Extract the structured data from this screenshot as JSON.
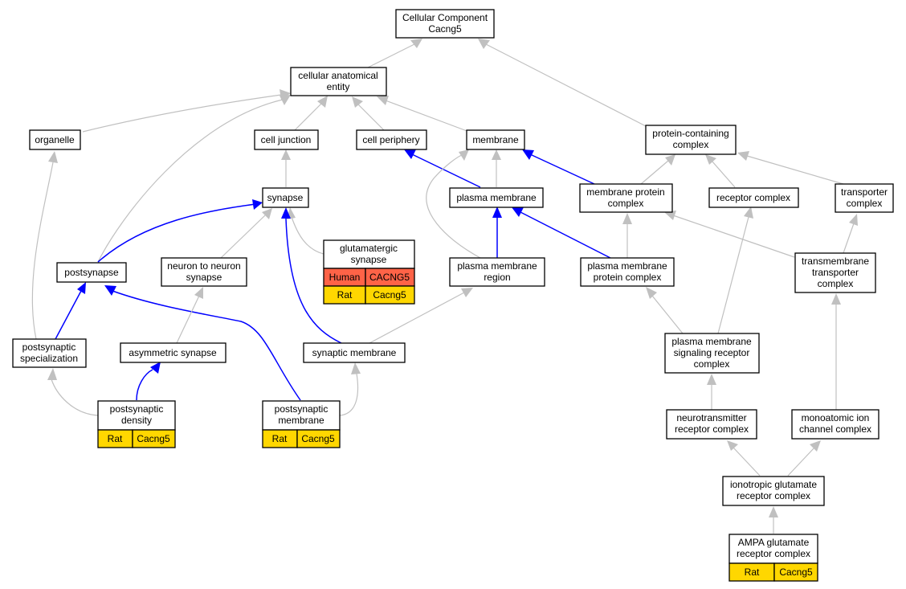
{
  "nodes": {
    "root": [
      "Cellular Component",
      "Cacng5"
    ],
    "cae": [
      "cellular anatomical",
      "entity"
    ],
    "organelle": [
      "organelle"
    ],
    "cell_junction": [
      "cell junction"
    ],
    "cell_periphery": [
      "cell periphery"
    ],
    "membrane": [
      "membrane"
    ],
    "pcc": [
      "protein-containing",
      "complex"
    ],
    "synapse": [
      "synapse"
    ],
    "plasma_membrane": [
      "plasma membrane"
    ],
    "mpc": [
      "membrane protein",
      "complex"
    ],
    "receptor_complex": [
      "receptor complex"
    ],
    "transporter_complex": [
      "transporter",
      "complex"
    ],
    "postsynapse": [
      "postsynapse"
    ],
    "n2n": [
      "neuron to neuron",
      "synapse"
    ],
    "glut": [
      "glutamatergic",
      "synapse"
    ],
    "pmr": [
      "plasma membrane",
      "region"
    ],
    "pmpc": [
      "plasma membrane",
      "protein complex"
    ],
    "ttc": [
      "transmembrane",
      "transporter",
      "complex"
    ],
    "ps_spec": [
      "postsynaptic",
      "specialization"
    ],
    "asym": [
      "asymmetric synapse"
    ],
    "syn_mem": [
      "synaptic membrane"
    ],
    "pmsrc": [
      "plasma membrane",
      "signaling receptor",
      "complex"
    ],
    "psd": [
      "postsynaptic",
      "density"
    ],
    "ps_mem": [
      "postsynaptic",
      "membrane"
    ],
    "nrc": [
      "neurotransmitter",
      "receptor complex"
    ],
    "mic": [
      "monoatomic ion",
      "channel complex"
    ],
    "igrc": [
      "ionotropic glutamate",
      "receptor complex"
    ],
    "ampa": [
      "AMPA glutamate",
      "receptor complex"
    ]
  },
  "annotations": {
    "glut": [
      {
        "species": "Human",
        "gene": "CACNG5",
        "color": "#ff6347"
      },
      {
        "species": "Rat",
        "gene": "Cacng5",
        "color": "#ffd700"
      }
    ],
    "psd": [
      {
        "species": "Rat",
        "gene": "Cacng5",
        "color": "#ffd700"
      }
    ],
    "ps_mem": [
      {
        "species": "Rat",
        "gene": "Cacng5",
        "color": "#ffd700"
      }
    ],
    "ampa": [
      {
        "species": "Rat",
        "gene": "Cacng5",
        "color": "#ffd700"
      }
    ]
  },
  "colors": {
    "grey_edge": "#c0c0c0",
    "blue_edge": "#0000ff",
    "human": "#ff6347",
    "rat": "#ffd700"
  }
}
